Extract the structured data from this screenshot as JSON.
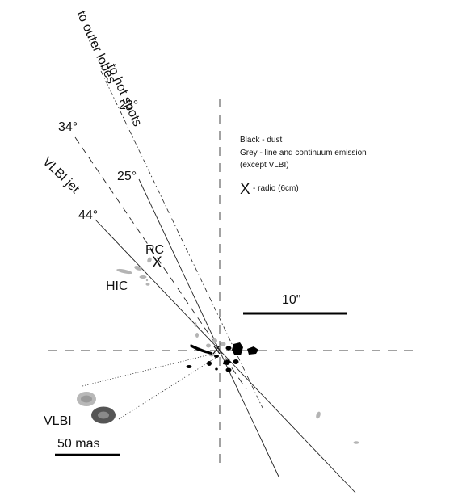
{
  "labels": {
    "outer_lobes": "to outer lobes",
    "hot_spots": "to hot spots",
    "vlbi_jet": "VLBI jet",
    "angle_23": "23°",
    "angle_25": "25°",
    "angle_34": "34°",
    "angle_44": "44°",
    "rc": "RC",
    "rc_marker": "X",
    "hic": "HIC",
    "vlbi": "VLBI",
    "scale_arcsec": "10\"",
    "scale_mas": "50 mas"
  },
  "legend": {
    "line1": "Black - dust",
    "line2": "Grey - line and continuum emission",
    "line3": "(except VLBI)",
    "radio_symbol": "X",
    "radio_text": "- radio (6cm)"
  },
  "colors": {
    "dust": "#000000",
    "line_emission": "#b4b4b4",
    "vlbi_dark": "#555555",
    "axes": "#444444"
  }
}
